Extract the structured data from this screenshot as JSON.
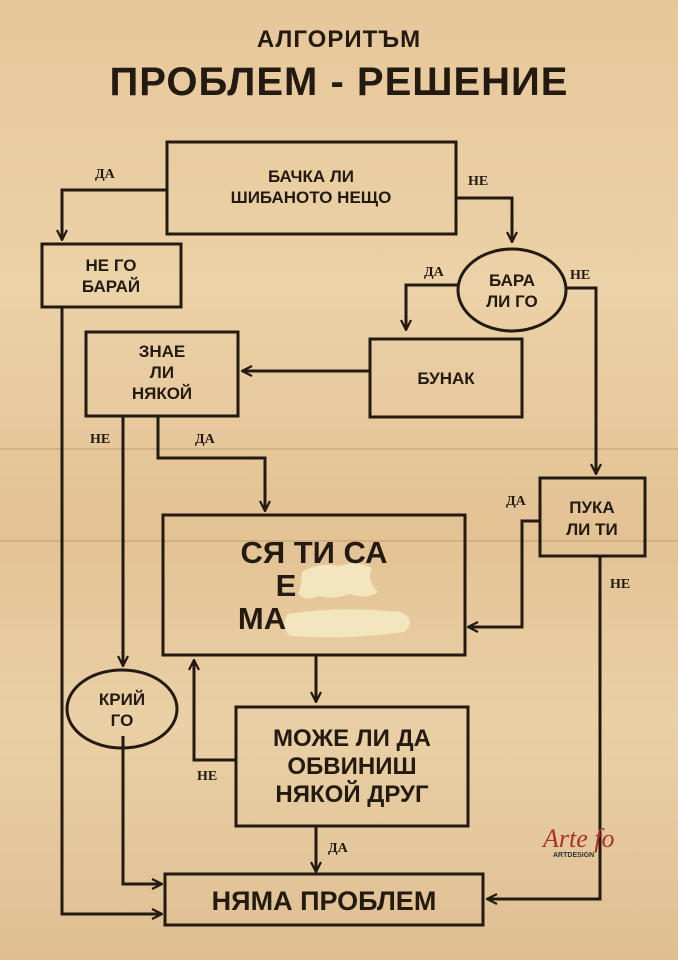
{
  "title": {
    "line1": "АЛГОРИТЪМ",
    "line2": "ПРОБЛЕМ - РЕШЕНИЕ"
  },
  "colors": {
    "paper": "#e6c79a",
    "ink": "#231a12",
    "censor": "#f3e6bd",
    "logo_red": "#a8322a"
  },
  "nodes": {
    "works": {
      "shape": "rect",
      "lines": [
        "БАЧКА ЛИ",
        "ШИБАНОТО НЕЩО"
      ]
    },
    "dont_touch": {
      "shape": "rect",
      "lines": [
        "НЕ ГО",
        "БАРАЙ"
      ]
    },
    "did_you_touch": {
      "shape": "ellipse",
      "lines": [
        "БАРА",
        "ЛИ ГО"
      ]
    },
    "idiot": {
      "shape": "rect",
      "lines": [
        "БУНАК"
      ]
    },
    "anyone_knows": {
      "shape": "rect",
      "lines": [
        "ЗНАЕ",
        "ЛИ",
        "НЯКОЙ"
      ]
    },
    "do_you_care": {
      "shape": "rect",
      "lines": [
        "ПУКА",
        "ЛИ ТИ"
      ]
    },
    "screwed": {
      "shape": "rect",
      "lines": [
        "СЯ ТИ СА",
        "Е",
        "МА"
      ],
      "censored": true
    },
    "hide_it": {
      "shape": "ellipse",
      "lines": [
        "КРИЙ",
        "ГО"
      ]
    },
    "blame_someone": {
      "shape": "rect",
      "lines": [
        "МОЖЕ ЛИ ДА",
        "ОБВИНИШ",
        "НЯКОЙ ДРУГ"
      ]
    },
    "no_problem": {
      "shape": "rect",
      "lines": [
        "НЯМА ПРОБЛЕМ"
      ]
    }
  },
  "edge_labels": {
    "works_yes": "ДА",
    "works_no": "НЕ",
    "touch_yes": "ДА",
    "touch_no": "НЕ",
    "knows_no": "НЕ",
    "knows_yes": "ДА",
    "care_yes": "ДА",
    "care_no": "НЕ",
    "blame_no": "НЕ",
    "blame_yes": "ДА"
  },
  "logo": {
    "script": "Arte fo",
    "sub": "ARTDESIGN"
  }
}
